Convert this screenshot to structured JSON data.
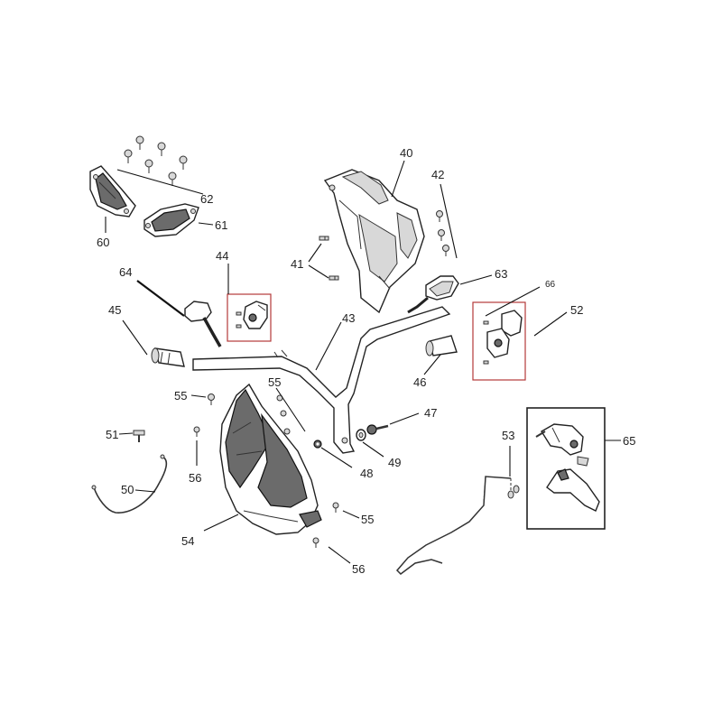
{
  "labels": {
    "p40": "40",
    "p41": "41",
    "p42": "42",
    "p43": "43",
    "p44": "44",
    "p45": "45",
    "p46": "46",
    "p47": "47",
    "p48": "48",
    "p49": "49",
    "p50": "50",
    "p51": "51",
    "p52": "52",
    "p53": "53",
    "p54": "54",
    "p55a": "55",
    "p55b": "55",
    "p55c": "55",
    "p56a": "56",
    "p56b": "56",
    "p60": "60",
    "p61": "61",
    "p62": "62",
    "p63": "63",
    "p64": "64",
    "p65": "65",
    "p66": "66"
  }
}
